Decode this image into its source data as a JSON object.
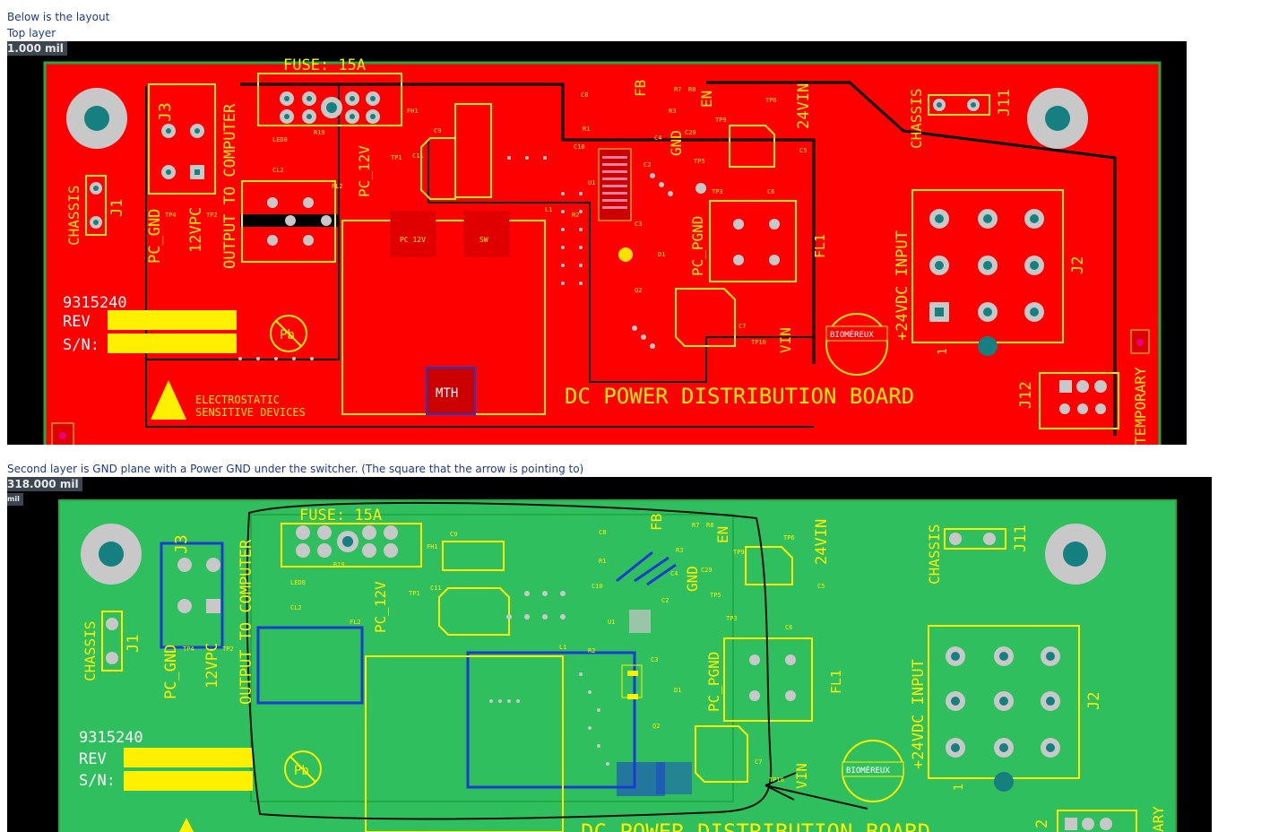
{
  "captions": {
    "intro": "Below is the layout",
    "top_layer": "Top layer",
    "second_layer": "Second layer is GND plane with a Power GND under the switcher. (The square that the arrow is pointing to)"
  },
  "top_panel": {
    "ruler": "1.000 mil",
    "ruler_small": "",
    "board_color": "#ff0000"
  },
  "bottom_panel": {
    "ruler": "318.000 mil",
    "ruler_small": "mil",
    "board_color": "#2fbf5f"
  },
  "silkscreen": {
    "fuse": "FUSE: 15A",
    "j3": "J3",
    "j1": "J1",
    "j2": "J2",
    "j11": "J11",
    "j12": "J12",
    "chassis": "CHASSIS",
    "pc_gnd": "PC_GND",
    "v12pc": "12VPC",
    "output_to_computer": "OUTPUT TO COMPUTER",
    "pc_12v": "PC_12V",
    "fb": "FB",
    "gnd": "GND",
    "en": "EN",
    "vin24": "24VIN",
    "input_24vdc": "+24VDC INPUT",
    "pc_pgnd": "PC_PGND",
    "vin": "VIN",
    "fl1": "FL1",
    "fl2": "FL2",
    "part_number": "9315240",
    "rev": "REV",
    "sn": "S/N:",
    "esd_line1": "ELECTROSTATIC",
    "esd_line2": "SENSITIVE DEVICES",
    "board_title": "DC POWER DISTRIBUTION BOARD",
    "mth": "MTH",
    "biomerieux": "BIOMÉREUX",
    "temporary": "TEMPORARY",
    "pb": "Pb",
    "pc12v_box": "PC 12V",
    "sw_box": "SW",
    "pin1": "1",
    "two": "2",
    "ary": "ARY",
    "refdes": [
      "C9",
      "C11",
      "C10",
      "C8",
      "R1",
      "TP1",
      "TP2",
      "TP3",
      "TP4",
      "TP5",
      "TP6",
      "TP9",
      "TP10",
      "R19",
      "LED8",
      "CL2",
      "U1",
      "L1",
      "R2",
      "D1",
      "C3",
      "C2",
      "C4",
      "R3",
      "R7",
      "R8",
      "C29",
      "C5",
      "C6",
      "C7",
      "FH1",
      "Q2"
    ]
  },
  "colors": {
    "board_red": "#ff0000",
    "board_green": "#2fbf5f",
    "silkscreen": "#fff000",
    "outline_green": "#22aa44",
    "trace_blue": "#1a3ccf",
    "pad_teal": "#168080",
    "pad_grey": "#c8c8c8",
    "hand_drawn": "#111111"
  }
}
